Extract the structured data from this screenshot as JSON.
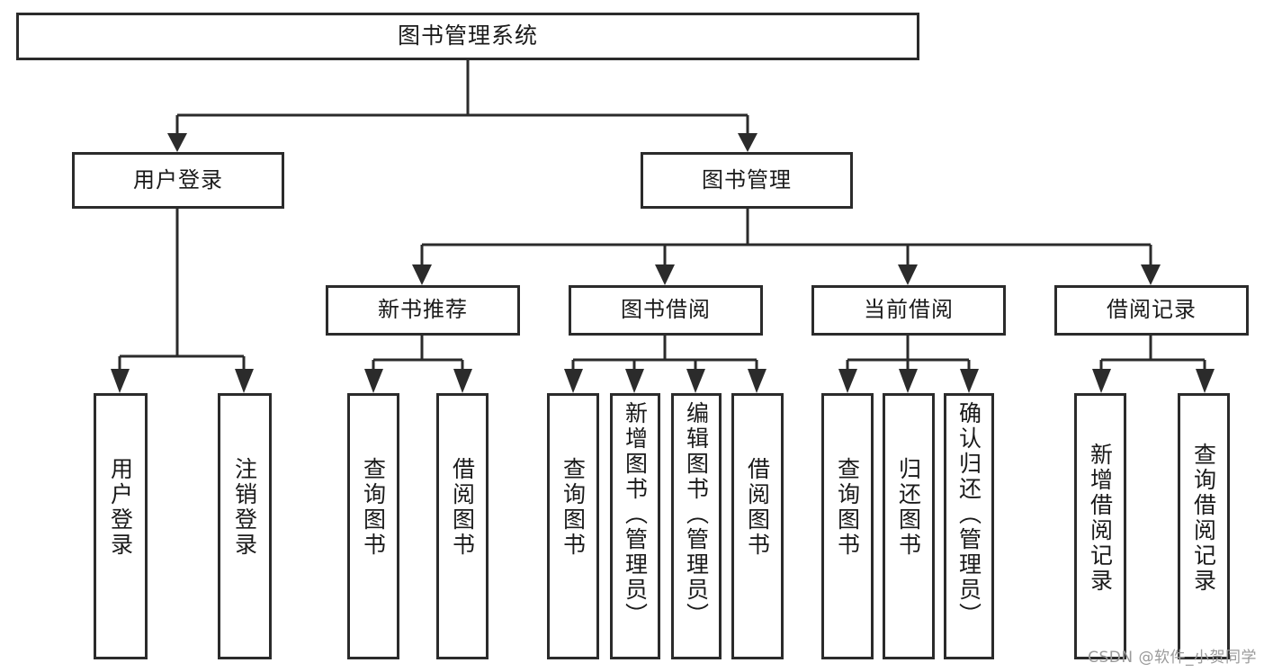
{
  "diagram": {
    "title": "图书管理系统",
    "type": "tree-hierarchy",
    "root": {
      "label": "图书管理系统"
    },
    "level2": [
      {
        "label": "用户登录"
      },
      {
        "label": "图书管理"
      }
    ],
    "level3": [
      {
        "label": "新书推荐"
      },
      {
        "label": "图书借阅"
      },
      {
        "label": "当前借阅"
      },
      {
        "label": "借阅记录"
      }
    ],
    "leaves": {
      "user_login": [
        {
          "label": "用户登录"
        },
        {
          "label": "注销登录"
        }
      ],
      "new_book_recommend": [
        {
          "label": "查询图书"
        },
        {
          "label": "借阅图书"
        }
      ],
      "book_borrow": [
        {
          "label": "查询图书"
        },
        {
          "label": "新增图书（管理员）"
        },
        {
          "label": "编辑图书（管理员）"
        },
        {
          "label": "借阅图书"
        }
      ],
      "current_borrow": [
        {
          "label": "查询图书"
        },
        {
          "label": "归还图书"
        },
        {
          "label": "确认归还（管理员）"
        }
      ],
      "borrow_record": [
        {
          "label": "新增借阅记录"
        },
        {
          "label": "查询借阅记录"
        }
      ]
    }
  },
  "watermark": {
    "text": "CSDN @软件_小贺同学"
  },
  "colors": {
    "stroke": "#2b2b2b",
    "background": "#ffffff",
    "text": "#1a1a1a",
    "watermark": "#9a9a9a"
  }
}
